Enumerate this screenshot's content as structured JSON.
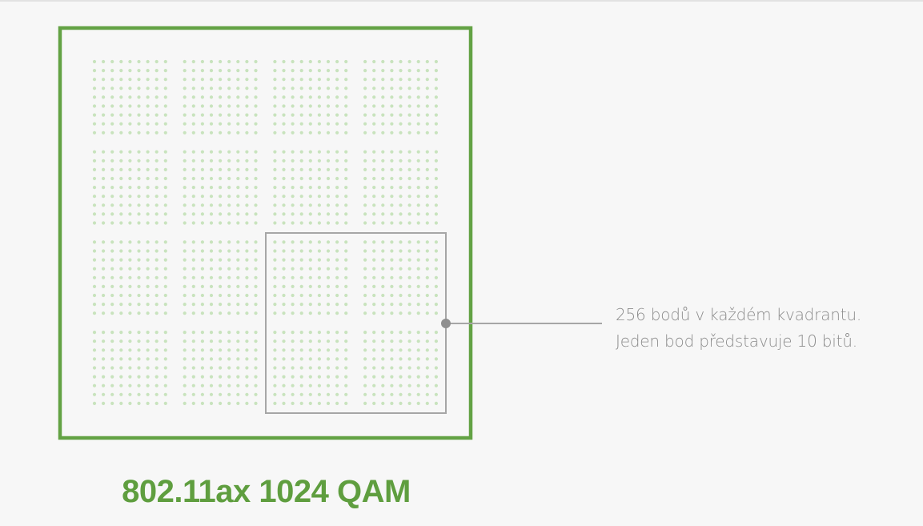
{
  "colors": {
    "background": "#f7f7f7",
    "frame": "#63a244",
    "dots": "#c8e3bd",
    "callout": "#a6a6a6",
    "annotation_text": "#8c8c8c",
    "caption": "#5f9e3f"
  },
  "constellation": {
    "quadrant_grid": 4,
    "dots_per_side": 9
  },
  "annotation": {
    "line1": "256 bodů v každém kvadrantu.",
    "line2": "Jeden bod představuje 10 bitů."
  },
  "caption": "802.11ax 1024 QAM"
}
